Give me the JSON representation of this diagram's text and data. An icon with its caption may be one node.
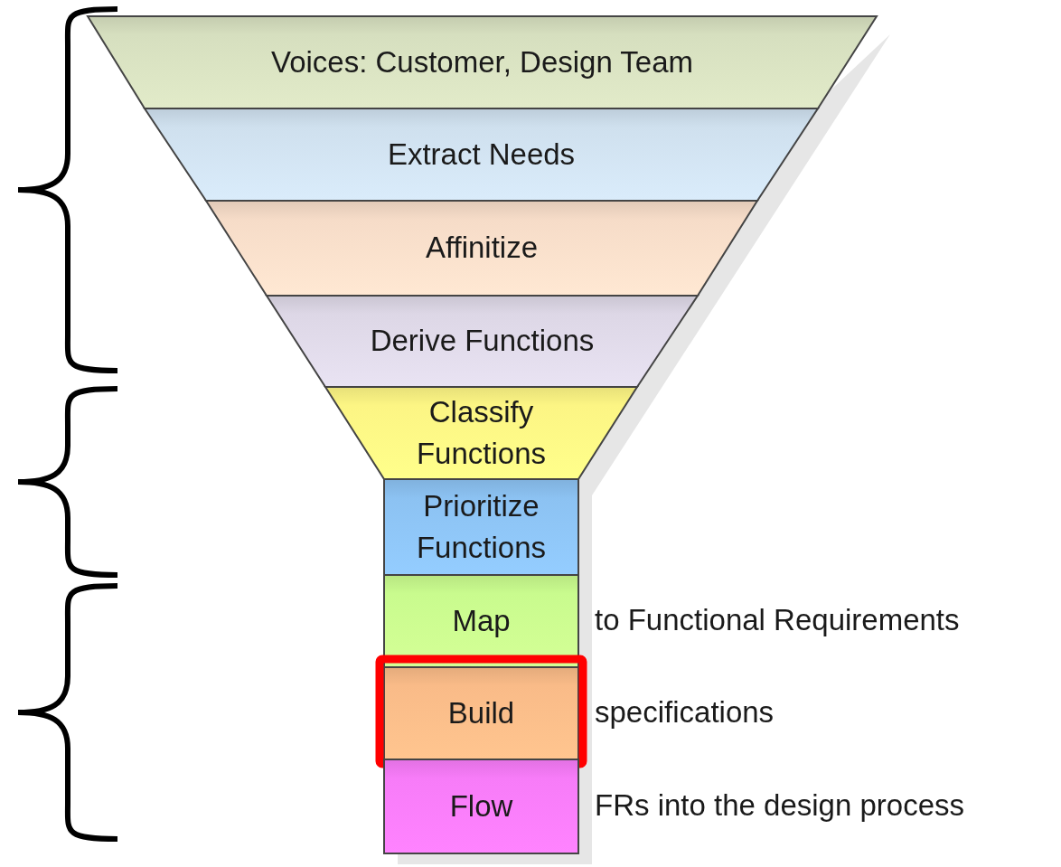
{
  "diagram": {
    "nodes": [
      {
        "text": [
          "Voices: Customer, Design Team"
        ]
      },
      {
        "text": [
          "Extract Needs"
        ]
      },
      {
        "text": [
          "Affinitize"
        ]
      },
      {
        "text": [
          "Derive Functions"
        ]
      },
      {
        "text": [
          "Classify Functions"
        ]
      },
      {
        "text": [
          "Prioritize Functions"
        ]
      },
      {
        "text": [
          "Map"
        ],
        "beside": [
          "to Functional Requirements"
        ]
      },
      {
        "text": [
          "Build"
        ],
        "beside": [
          "specifications"
        ]
      },
      {
        "text": [
          "Flow"
        ],
        "beside": [
          "FRs into the design process"
        ]
      }
    ],
    "edges": []
  }
}
